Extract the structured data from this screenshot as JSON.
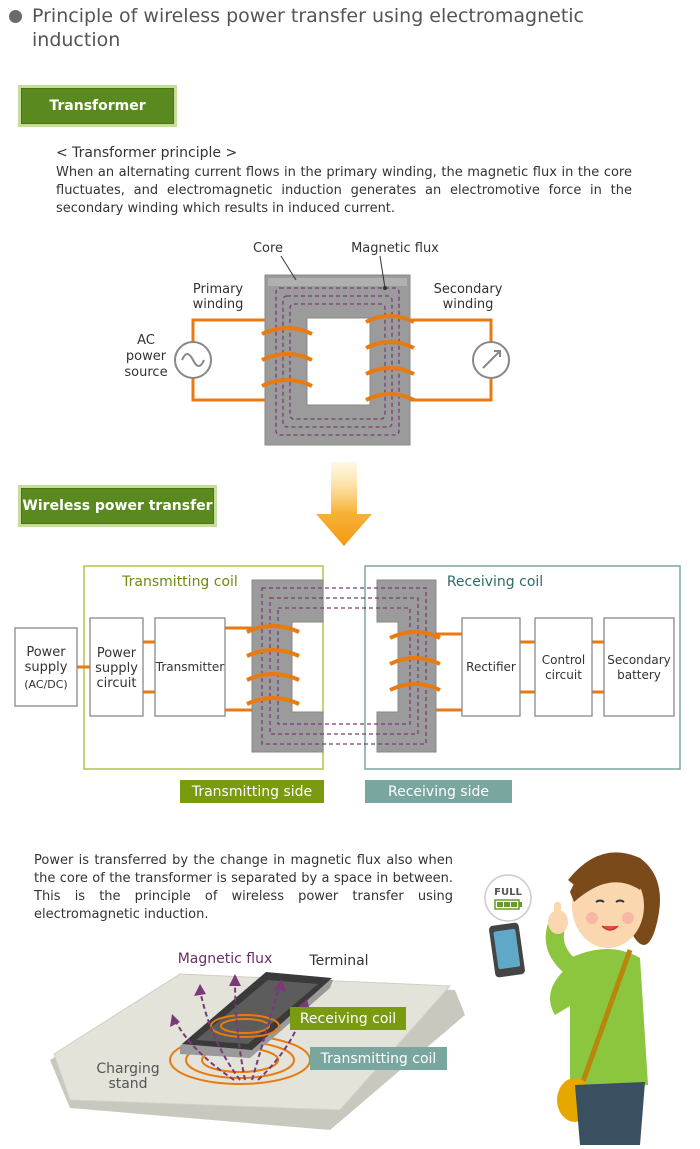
{
  "title": "Principle of wireless power transfer using electromagnetic induction",
  "transformer_section": {
    "badge": "Transformer",
    "subtitle": "< Transformer principle >",
    "description": "When an alternating current flows in the primary winding, the magnetic flux in the core fluctuates, and electromagnetic induction generates an electromotive force in the secondary winding which results in induced current.",
    "labels": {
      "core": "Core",
      "magnetic_flux": "Magnetic flux",
      "primary_1": "Primary",
      "primary_2": "winding",
      "secondary_1": "Secondary",
      "secondary_2": "winding",
      "ac_1": "AC",
      "ac_2": "power",
      "ac_3": "source"
    }
  },
  "wireless_section": {
    "badge": "Wireless power transfer",
    "transmitting_coil": "Transmitting coil",
    "receiving_coil": "Receiving coil",
    "blocks": {
      "power_supply_1": "Power",
      "power_supply_2": "supply",
      "power_supply_3": "(AC/DC)",
      "psc_1": "Power",
      "psc_2": "supply",
      "psc_3": "circuit",
      "transmitter": "Transmitter",
      "rectifier": "Rectifier",
      "control_1": "Control",
      "control_2": "circuit",
      "battery_1": "Secondary",
      "battery_2": "battery"
    },
    "transmitting_side": "Transmitting side",
    "receiving_side": "Receiving side"
  },
  "bottom_section": {
    "description": "Power is transferred by the change in magnetic flux also when the core of the transformer is separated by a space in between. This is the principle of wireless power transfer using electromagnetic induction.",
    "magnetic_flux": "Magnetic flux",
    "terminal": "Terminal",
    "receiving_coil": "Receiving coil",
    "transmitting_coil": "Transmitting coil",
    "charging_1": "Charging",
    "charging_2": "stand",
    "full": "FULL"
  },
  "colors": {
    "green_badge": "#5a8a1f",
    "olive_tag": "#7a9a10",
    "teal_tag": "#7aa6a0",
    "coil_orange": "#e87a10",
    "flux_purple": "#7a3a7a"
  }
}
